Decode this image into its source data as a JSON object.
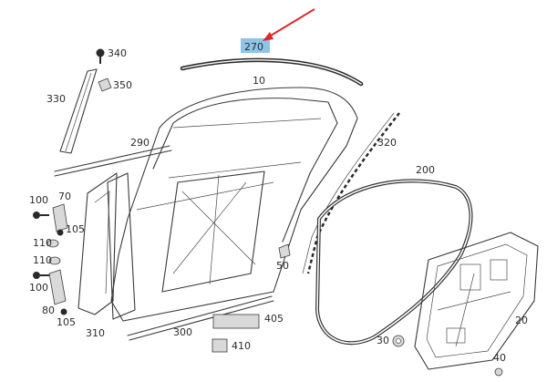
{
  "diagram": {
    "labels": [
      {
        "id": "p270",
        "text": "270",
        "highlighted": true
      },
      {
        "id": "p340",
        "text": "340"
      },
      {
        "id": "p350",
        "text": "350"
      },
      {
        "id": "p330",
        "text": "330"
      },
      {
        "id": "p10",
        "text": "10"
      },
      {
        "id": "p290",
        "text": "290"
      },
      {
        "id": "p320",
        "text": "320"
      },
      {
        "id": "p200",
        "text": "200"
      },
      {
        "id": "p100a",
        "text": "100"
      },
      {
        "id": "p70",
        "text": "70"
      },
      {
        "id": "p105a",
        "text": "105"
      },
      {
        "id": "p110a",
        "text": "110"
      },
      {
        "id": "p110b",
        "text": "110"
      },
      {
        "id": "p100b",
        "text": "100"
      },
      {
        "id": "p80",
        "text": "80"
      },
      {
        "id": "p105b",
        "text": "105"
      },
      {
        "id": "p310",
        "text": "310"
      },
      {
        "id": "p50",
        "text": "50"
      },
      {
        "id": "p300",
        "text": "300"
      },
      {
        "id": "p405",
        "text": "405"
      },
      {
        "id": "p410",
        "text": "410"
      },
      {
        "id": "p30",
        "text": "30"
      },
      {
        "id": "p20",
        "text": "20"
      },
      {
        "id": "p40",
        "text": "40"
      }
    ],
    "colors": {
      "highlight": "#8fc4e8",
      "arrow": "#e0282e",
      "line": "#3a3a3a"
    }
  }
}
